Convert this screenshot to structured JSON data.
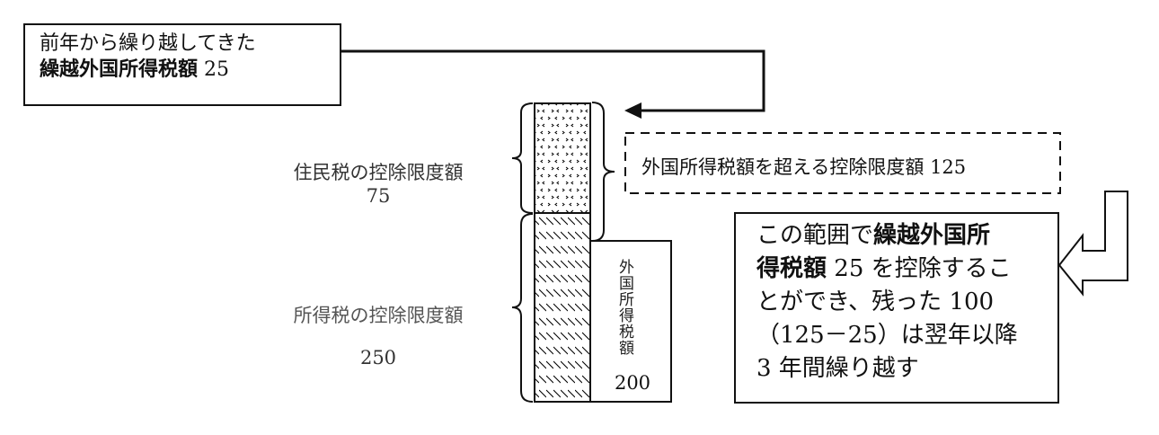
{
  "carryover_box": {
    "line1": "前年から繰り越してきた",
    "line2_bold": "繰越外国所得税額",
    "line2_value": "25"
  },
  "resident_tax_limit": {
    "label": "住民税の控除限度額",
    "value": "75"
  },
  "income_tax_limit": {
    "label": "所得税の控除限度額",
    "value": "250"
  },
  "foreign_tax_box": {
    "label": "外国所得税額",
    "value": "200"
  },
  "excess_limit_box": {
    "text": "外国所得税額を超える控除限度額",
    "value": "125"
  },
  "callout": {
    "l1_normal": "この範囲で",
    "l1_bold": "繰越外国所",
    "l2_bold": "得税額",
    "l2_normal": "25 を控除するこ",
    "l3": "とができ、残った 100",
    "l4": "（125－25）は翌年以降",
    "l5": "3 年間繰り越す"
  },
  "patterns": {
    "resident_tax": "dotted",
    "income_tax": "diagonal-hatch"
  },
  "colors": {
    "line": "#111111",
    "background": "#ffffff"
  }
}
